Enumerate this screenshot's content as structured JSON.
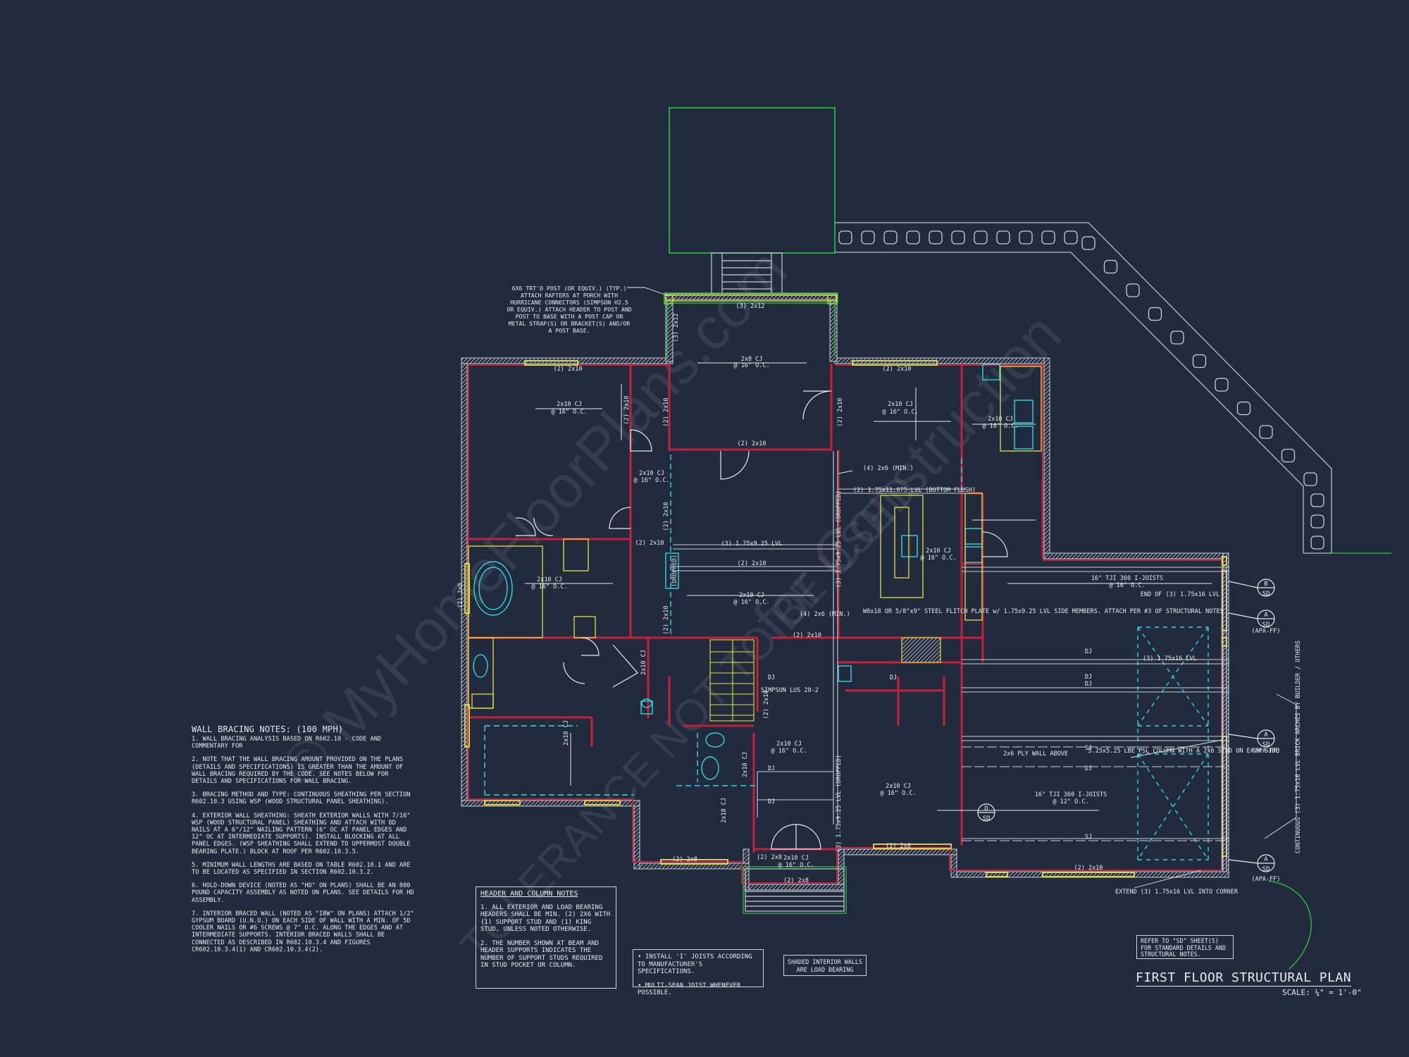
{
  "title": "FIRST FLOOR STRUCTURAL PLAN",
  "scale": "SCALE: ¼\" = 1'-0\"",
  "watermark": [
    "© MyHomeFloorPlans.com",
    "for Construction",
    "TOLERANCE NOT TO BE USED"
  ],
  "wall_bracing": {
    "title": "WALL BRACING NOTES: (100 MPH)",
    "notes": [
      "1. WALL BRACING ANALYSIS BASED ON R602.10 - CODE AND COMMENTARY FOR",
      "2. NOTE THAT THE WALL BRACING AMOUNT PROVIDED ON THE PLANS (DETAILS AND SPECIFICATIONS) IS GREATER THAN THE AMOUNT OF WALL BRACING REQUIRED BY THE CODE. SEE NOTES BELOW FOR DETAILS AND SPECIFICATIONS FOR WALL BRACING.",
      "3. BRACING METHOD AND TYPE: CONTINUOUS SHEATHING PER SECTION R602.10.3 USING WSP (WOOD STRUCTURAL PANEL SHEATHING).",
      "4. EXTERIOR WALL SHEATHING: SHEATH EXTERIOR WALLS WITH 7/16\" WSP (WOOD STRUCTURAL PANEL) SHEATHING AND ATTACH WITH 8d NAILS AT A 6\"/12\" NAILING PATTERN (6\" OC AT PANEL EDGES AND 12\" OC AT INTERMEDIATE SUPPORTS). INSTALL BLOCKING AT ALL PANEL EDGES. (WSP SHEATHING SHALL EXTEND TO UPPERMOST DOUBLE BEARING PLATE.) BLOCK AT ROOF PER R602.10.3.5.",
      "5. MINIMUM WALL LENGTHS ARE BASED ON TABLE R602.10.1 AND ARE TO BE LOCATED AS SPECIFIED IN SECTION R602.10.3.2.",
      "6. HOLD-DOWN DEVICE (NOTED AS \"HD\" ON PLANS) SHALL BE AN 800 POUND CAPACITY ASSEMBLY AS NOTED ON PLANS. SEE DETAILS FOR HD ASSEMBLY.",
      "7. INTERIOR BRACED WALL (NOTED AS \"IBW\" ON PLANS) ATTACH 1/2\" GYPSUM BOARD (U.N.O.) ON EACH SIDE OF WALL WITH A MIN. OF 5d COOLER NAILS OR #6 SCREWS @ 7\" O.C. ALONG THE EDGES AND AT INTERMEDIATE SUPPORTS. INTERIOR BRACED WALLS SHALL BE CONNECTED AS DESCRIBED IN R602.10.3.4 AND FIGURES CR602.10.3.4(1) AND CR602.10.3.4(2)."
    ]
  },
  "header_notes": {
    "title": "HEADER AND COLUMN NOTES",
    "notes": [
      "1. ALL EXTERIOR AND LOAD BEARING HEADERS SHALL BE MIN. (2) 2x6 WITH (1) SUPPORT STUD AND (1) KING STUD, UNLESS NOTED OTHERWISE.",
      "2. THE NUMBER SHOWN AT BEAM AND HEADER SUPPORTS INDICATES THE NUMBER OF SUPPORT STUDS REQUIRED IN STUD POCKET OR COLUMN."
    ]
  },
  "joist_notes": [
    "INSTALL 'I' JOISTS ACCORDING TO MANUFACTURER'S SPECIFICATIONS.",
    "MULTI-SPAN JOIST WHENEVER POSSIBLE."
  ],
  "shaded_note": "SHADED INTERIOR WALLS ARE LOAD BEARING",
  "refer_note": "REFER TO \"SD\" SHEET(S) FOR STANDARD DETAILS AND STRUCTURAL NOTES.",
  "post_note": "6x6 TRT'D POST (OR EQUIV.) (TYP.) ATTACH RAFTERS AT PORCH WITH HURRICANE CONNECTORS (SIMPSON H2.5 OR EQUIV.) ATTACH HEADER TO POST AND POST TO BASE WITH A POST CAP OR METAL STRAP(S) OR BRACKET(S) AND/OR A POST BASE.",
  "plan_labels": {
    "porch_header": "(3) 2x12",
    "porch_side_header": "(3) 2x12",
    "porch_cj": "2x8 CJ",
    "oc16": "@ 16\" O.C.",
    "oc12": "@ 12\" O.C.",
    "h2x10": "(2) 2x10",
    "h2x8": "(2) 2x8",
    "cj2x10": "2x10 CJ",
    "lvl_875": "(3) 1.75x9.25 LVL",
    "lvl_1187": "(2) 1.75x11.875 LVL (BOTTOM FLUSH)",
    "lvl_dropped": "(3) 1.75x9.25 LVL (DROPPED)",
    "dropped": "(DROPPED)",
    "lvl_16": "(3) 1.75x16 LVL",
    "tji_16": "16\" TJI 360 I-JOISTS",
    "dj": "DJ",
    "sj": "SJ",
    "post_4x6_min": "(4) 2x6 (MIN.)",
    "min": "(MIN.)",
    "simpson": "SIMPSON LUS 28-2",
    "end_of": "END OF (3) 1.75x16 LVL",
    "flitch": "W8x18 OR 5/8\"x9\" STEEL FLITCH PLATE w/ 1.75x9.25 LVL SIDE MEMBERS. ATTACH PER #3 OF STRUCTURAL NOTES",
    "ply_wall": "2x6 PLY WALL ABOVE",
    "psl_column": "5.25x5.25 LBE PSL COLUMN WITH A 2x6 STUD ON EACH SIDE",
    "continuous_lvl": "CONTINUOUS (3) 1.75x16 LVL BRICK ARCHES BY BUILDER / OTHERS",
    "extend_lvl": "EXTEND (3) 1.75x16 LVL INTO CORNER",
    "apa_ff": "(APA-FF)",
    "sd": "SD",
    "b": "B",
    "a": "A",
    "d": "D",
    "two": "2",
    "three": "3"
  },
  "colors": {
    "background": "#222a3d",
    "wall_red": "#c4203a",
    "hatch": "#c9ced8",
    "cyan": "#2fd6e0",
    "yellow": "#e6e23a",
    "green": "#2ec63e",
    "white": "#e6e9f0",
    "gray": "#9aa0ad"
  }
}
